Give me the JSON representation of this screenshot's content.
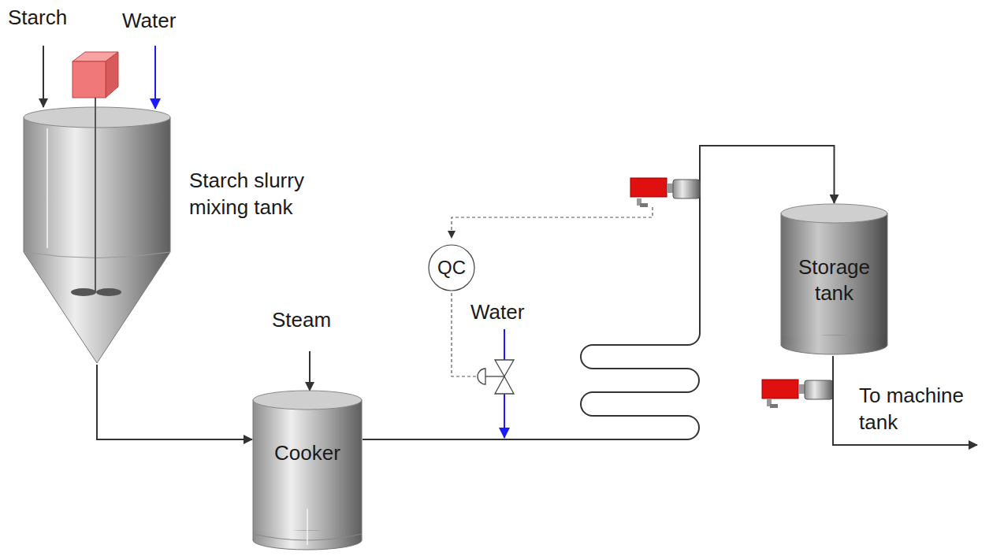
{
  "diagram": {
    "nodes": [
      {
        "text": [
          "Starch slurry mixing tank"
        ]
      },
      {
        "text": [
          "Cooker"
        ]
      },
      {
        "text": [
          "QC"
        ]
      },
      {
        "text": [
          "Storage tank"
        ]
      }
    ],
    "edges": [
      {
        "from": 0,
        "to": 1,
        "arrow": "to"
      },
      {
        "from": 1,
        "to": 3,
        "arrow": "to"
      }
    ],
    "labels": [
      "Starch",
      "Water",
      "Steam",
      "Water",
      "To machine tank"
    ]
  }
}
